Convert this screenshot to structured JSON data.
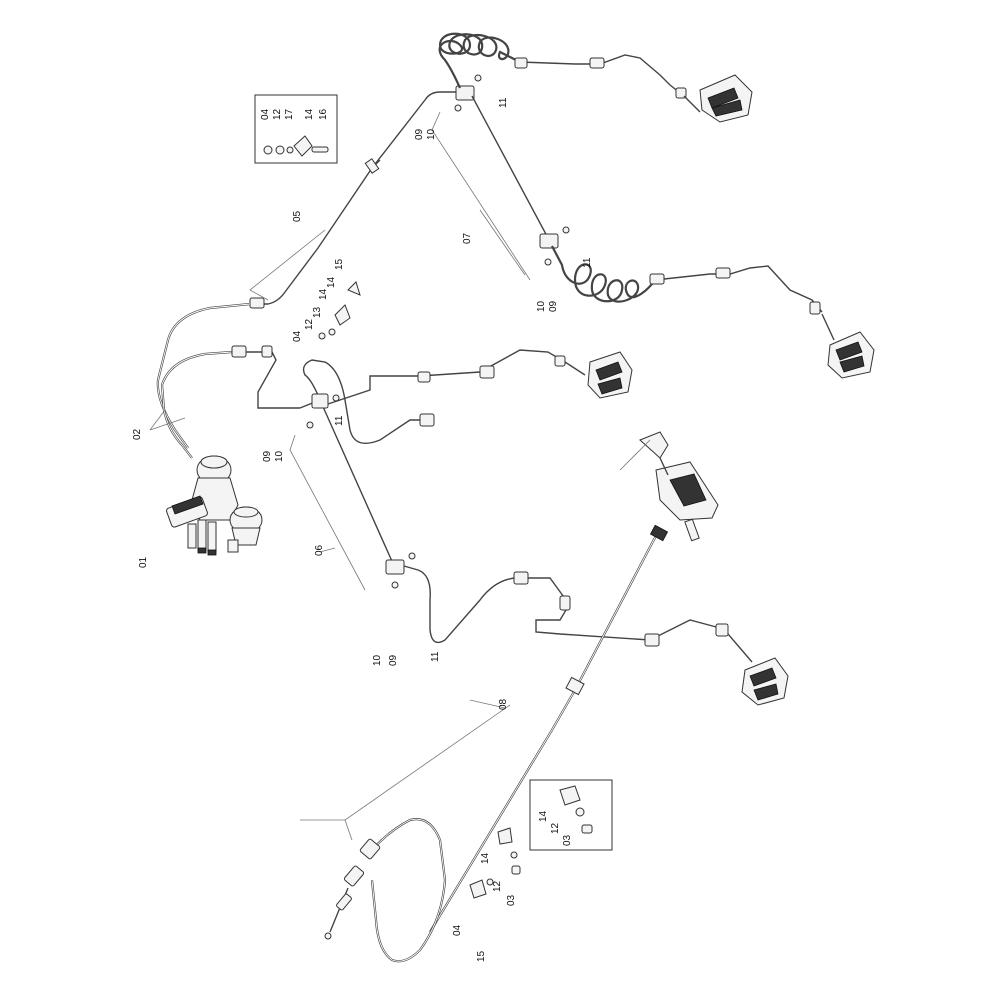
{
  "labels": {
    "l01": "01",
    "l02": "02",
    "l03a": "03",
    "l03b": "03",
    "l04a": "04",
    "l04b": "04",
    "l04c": "04",
    "l05": "05",
    "l06": "06",
    "l07": "07",
    "l08": "08",
    "l09a": "09",
    "l09b": "09",
    "l09c": "09",
    "l09d": "09",
    "l10a": "10",
    "l10b": "10",
    "l10c": "10",
    "l10d": "10",
    "l11a": "11",
    "l11b": "11",
    "l11c": "11",
    "l11d": "11",
    "l12a": "12",
    "l12b": "12",
    "l12c": "12",
    "l12d": "12",
    "l13": "13",
    "l14a": "14",
    "l14b": "14",
    "l14c": "14",
    "l14d": "14",
    "l14e": "14",
    "l15a": "15",
    "l15b": "15",
    "l16": "16",
    "l17": "17"
  }
}
